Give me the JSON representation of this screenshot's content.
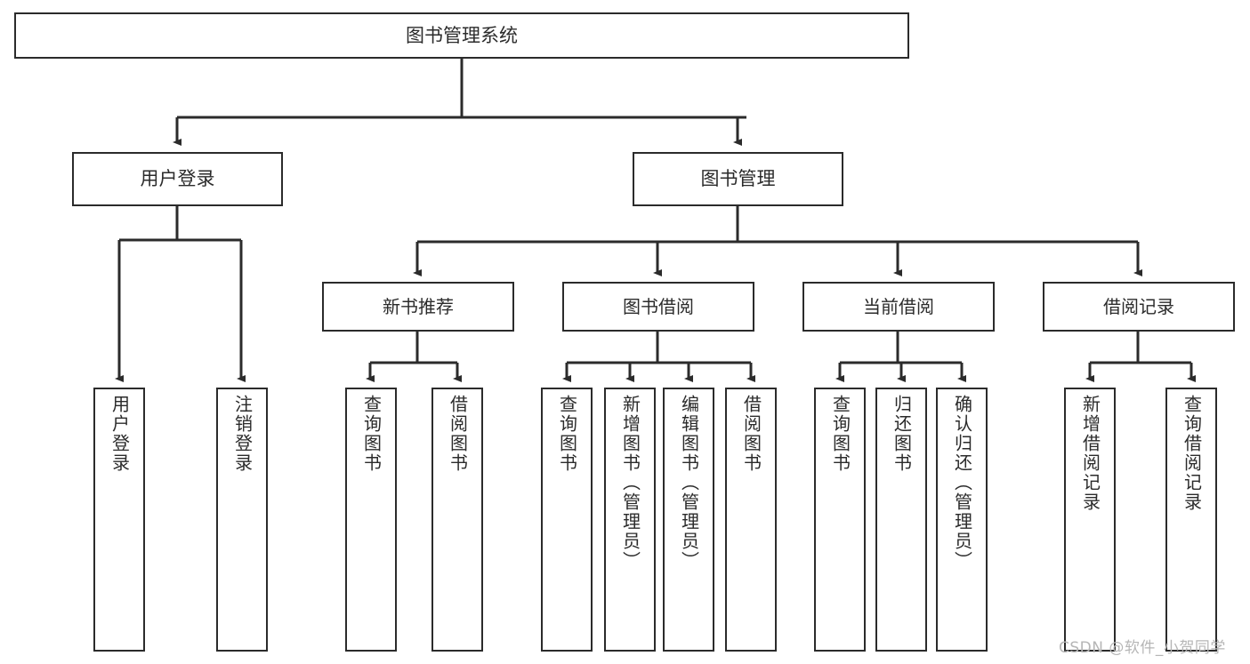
{
  "diagram": {
    "type": "tree-hierarchy",
    "title": "图书管理系统",
    "root": {
      "id": "root",
      "label": "图书管理系统"
    },
    "level2": [
      {
        "id": "user-login",
        "label": "用户登录"
      },
      {
        "id": "book-manage",
        "label": "图书管理"
      }
    ],
    "level3": [
      {
        "id": "new-book-recommend",
        "label": "新书推荐",
        "parent": "book-manage"
      },
      {
        "id": "book-borrow",
        "label": "图书借阅",
        "parent": "book-manage"
      },
      {
        "id": "current-borrow",
        "label": "当前借阅",
        "parent": "book-manage"
      },
      {
        "id": "borrow-record",
        "label": "借阅记录",
        "parent": "book-manage"
      }
    ],
    "leaves": [
      {
        "id": "leaf-user-login",
        "label": "用户登录",
        "parent": "user-login"
      },
      {
        "id": "leaf-logout-login",
        "label": "注销登录",
        "parent": "user-login"
      },
      {
        "id": "leaf-query-book-1",
        "label": "查询图书",
        "parent": "new-book-recommend"
      },
      {
        "id": "leaf-borrow-book-1",
        "label": "借阅图书",
        "parent": "new-book-recommend"
      },
      {
        "id": "leaf-query-book-2",
        "label": "查询图书",
        "parent": "book-borrow"
      },
      {
        "id": "leaf-add-book",
        "label": "新增图书（管理员）",
        "parent": "book-borrow"
      },
      {
        "id": "leaf-edit-book",
        "label": "编辑图书（管理员）",
        "parent": "book-borrow"
      },
      {
        "id": "leaf-borrow-book-2",
        "label": "借阅图书",
        "parent": "book-borrow"
      },
      {
        "id": "leaf-query-book-3",
        "label": "查询图书",
        "parent": "current-borrow"
      },
      {
        "id": "leaf-return-book",
        "label": "归还图书",
        "parent": "current-borrow"
      },
      {
        "id": "leaf-confirm-return",
        "label": "确认归还（管理员）",
        "parent": "current-borrow"
      },
      {
        "id": "leaf-add-record",
        "label": "新增借阅记录",
        "parent": "borrow-record"
      },
      {
        "id": "leaf-query-record",
        "label": "查询借阅记录",
        "parent": "borrow-record"
      }
    ],
    "colors": {
      "stroke": "#2b2b2b",
      "background": "#ffffff",
      "text": "#2b2b2b",
      "watermark": "#b6b6b6"
    }
  },
  "watermark": {
    "text": "CSDN @软件_小贺同学"
  }
}
